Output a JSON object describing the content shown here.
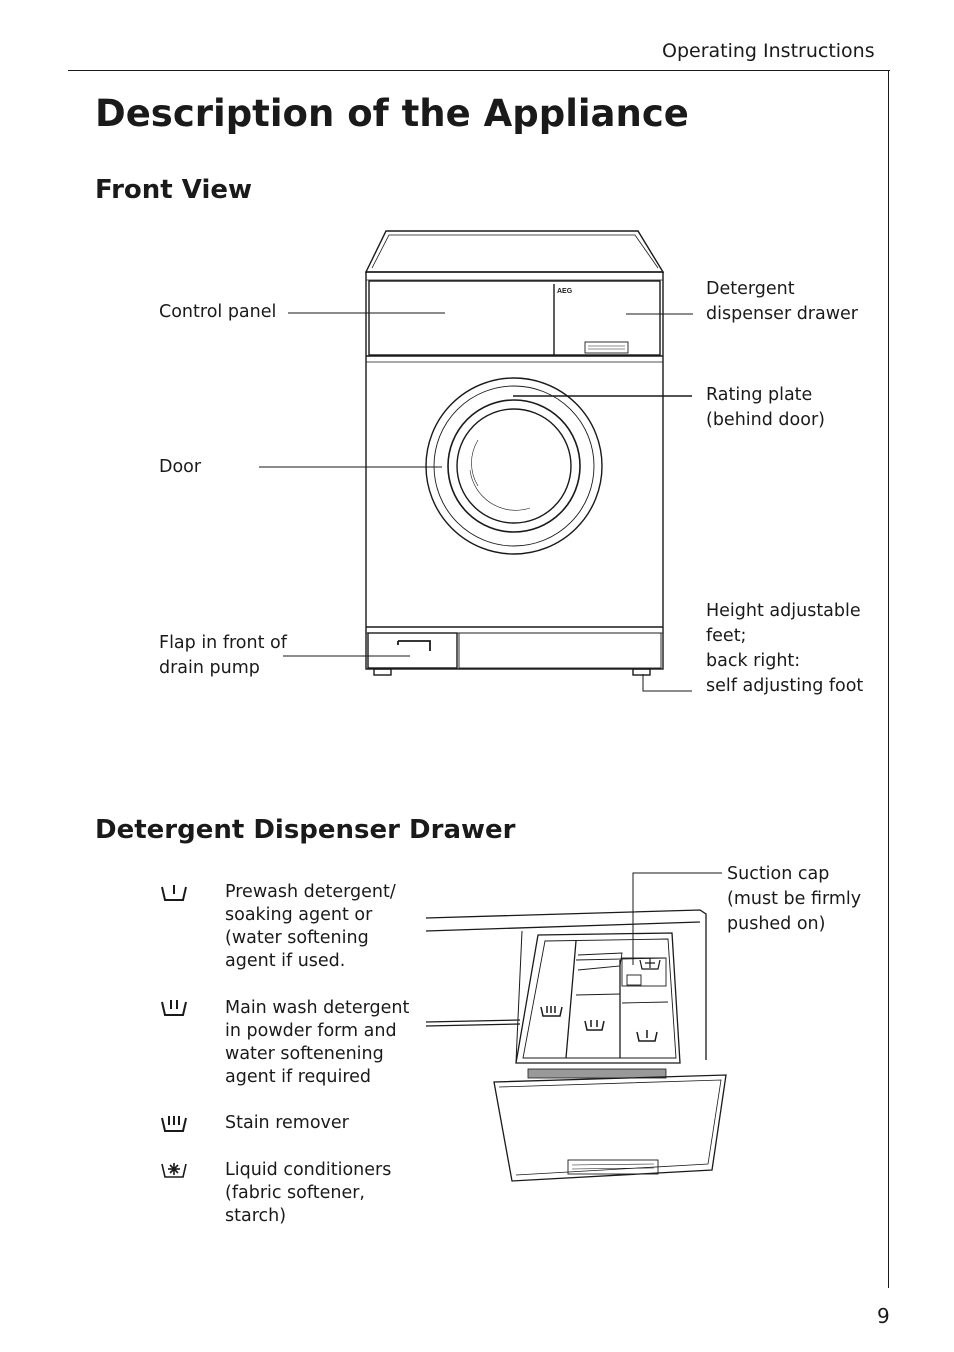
{
  "header": {
    "section": "Operating Instructions"
  },
  "title": "Description of the Appliance",
  "front_view": {
    "heading": "Front View",
    "brand": "AEG",
    "labels": {
      "control_panel": "Control panel",
      "detergent_drawer": "Detergent\ndispenser drawer",
      "rating_plate": "Rating plate\n(behind door)",
      "door": "Door",
      "flap": "Flap in front of\ndrain pump",
      "feet": "Height adjustable\nfeet;\nback right:\nself adjusting foot"
    }
  },
  "dispenser": {
    "heading": "Detergent Dispenser Drawer",
    "suction_cap": "Suction cap\n(must be firmly\npushed on)",
    "legend": [
      {
        "icon": "prewash-symbol-icon",
        "text": "Prewash detergent/\nsoaking agent or\n(water softening\nagent if used."
      },
      {
        "icon": "main-wash-symbol-icon",
        "text": "Main wash detergent\nin powder form and\nwater softenening\nagent if required"
      },
      {
        "icon": "stain-remover-symbol-icon",
        "text": "Stain remover"
      },
      {
        "icon": "conditioner-symbol-icon",
        "text": "Liquid conditioners\n(fabric softener,\nstarch)"
      }
    ]
  },
  "page_number": "9"
}
